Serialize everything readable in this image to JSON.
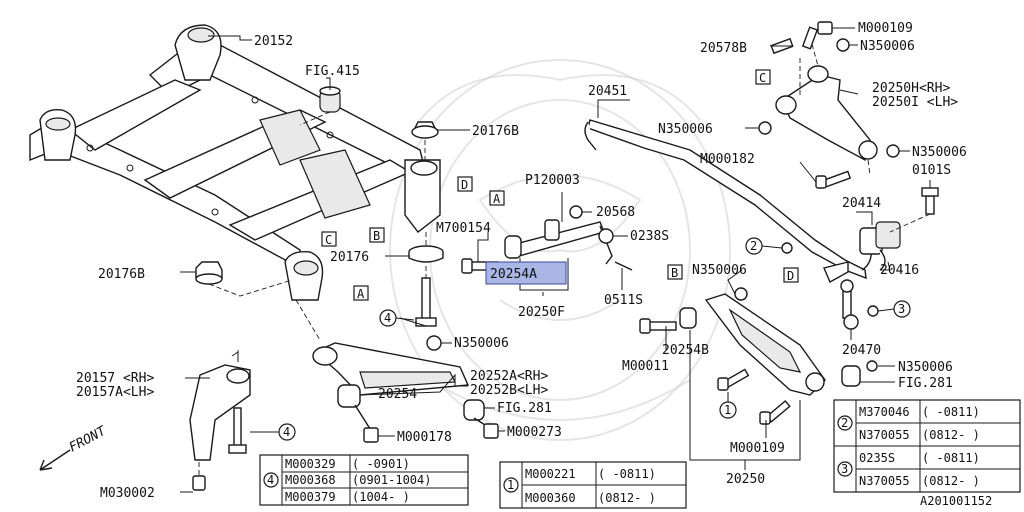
{
  "labels": {
    "l20152": "20152",
    "fig415": "FIG.415",
    "l20176b_top": "20176B",
    "l20176b_left": "20176B",
    "l20176": "20176",
    "l20157": "20157 <RH>",
    "l20157a": "20157A<LH>",
    "front": "FRONT",
    "m030002": "M030002",
    "m000178": "M000178",
    "m000273": "M000273",
    "l20254": "20254",
    "l20252a": "20252A<RH>",
    "l20252b": "20252B<LH>",
    "fig281_mid": "FIG.281",
    "n350006_mid": "N350006",
    "m700154": "M700154",
    "l20254a": "20254A",
    "l20250f": "20250F",
    "p120003": "P120003",
    "l20568": "20568",
    "l0238s": "0238S",
    "l0511s": "0511S",
    "l20451": "20451",
    "l20578b": "20578B",
    "m000109_top": "M000109",
    "n350006_top": "N350006",
    "l20250h": "20250H<RH>",
    "l20250i": "20250I <LH>",
    "n350006_upper": "N350006",
    "m000182": "M000182",
    "n350006_right": "N350006",
    "l0101s": "0101S",
    "l20414": "20414",
    "l20416": "20416",
    "n350006_b": "N350006",
    "l20254b": "20254B",
    "m00011": "M00011",
    "m000109_low": "M000109",
    "l20470": "20470",
    "n350006_low": "N350006",
    "fig281_right": "FIG.281",
    "l20250": "20250",
    "code": "A201001152"
  },
  "callouts": {
    "A1": "A",
    "A2": "A",
    "B1": "B",
    "B2": "B",
    "C1": "C",
    "C2": "C",
    "D1": "D",
    "D2": "D",
    "n4a": "4",
    "n4b": "4",
    "n2": "2",
    "n3": "3",
    "n1": "1"
  },
  "table4": {
    "ref": "4",
    "rows": [
      {
        "part": "M000329",
        "range": "( -0901)"
      },
      {
        "part": "M000368",
        "range": "(0901-1004)"
      },
      {
        "part": "M000379",
        "range": "(1004- )"
      }
    ]
  },
  "table1": {
    "ref": "1",
    "rows": [
      {
        "part": "M000221",
        "range": "( -0811)"
      },
      {
        "part": "M000360",
        "range": "(0812- )"
      }
    ]
  },
  "table23": {
    "groups": [
      {
        "ref": "2",
        "rows": [
          {
            "part": "M370046",
            "range": "( -0811)"
          },
          {
            "part": "N370055",
            "range": "(0812- )"
          }
        ]
      },
      {
        "ref": "3",
        "rows": [
          {
            "part": "0235S",
            "range": "( -0811)"
          },
          {
            "part": "N370055",
            "range": "(0812- )"
          }
        ]
      }
    ]
  },
  "colors": {
    "highlight": "#a9b6e6",
    "ink": "#1a1a1a"
  }
}
